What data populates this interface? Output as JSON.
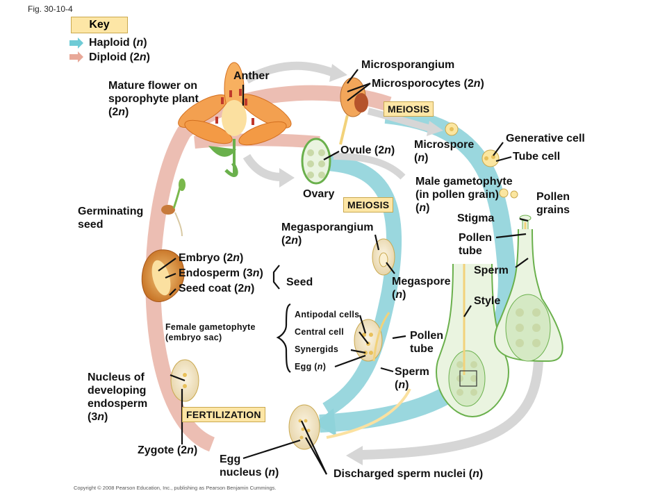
{
  "figure_label": "Fig. 30-10-4",
  "key": {
    "title": "Key",
    "haploid": "Haploid (n)",
    "diploid": "Diploid (2n)",
    "haploid_color": "#6ecbd6",
    "diploid_color": "#e8a898"
  },
  "stages": {
    "meiosis": "MEIOSIS",
    "fertilization": "FERTILIZATION"
  },
  "labels": {
    "anther": "Anther",
    "mature_flower": "Mature flower on\nsporophyte plant\n(2n)",
    "microsporangium": "Microsporangium",
    "microsporocytes": "Microsporocytes (2n)",
    "generative_cell": "Generative cell",
    "tube_cell": "Tube cell",
    "microspore": "Microspore\n(n)",
    "ovule": "Ovule (2n)",
    "ovary": "Ovary",
    "male_gametophyte": "Male gametophyte\n(in pollen grain)\n(n)",
    "pollen_grains": "Pollen\ngrains",
    "stigma": "Stigma",
    "pollen_tube_upper": "Pollen\ntube",
    "sperm_upper": "Sperm",
    "style": "Style",
    "germinating_seed": "Germinating\nseed",
    "megasporangium": "Megasporangium\n(2n)",
    "embryo": "Embryo (2n)",
    "endosperm": "Endosperm (3n)",
    "seed_coat": "Seed coat (2n)",
    "seed": "Seed",
    "megaspore": "Megaspore\n(n)",
    "female_gametophyte": "Female gametophyte\n(embryo sac)",
    "antipodal_cells": "Antipodal  cells",
    "central_cell": "Central  cell",
    "synergids": "Synergids",
    "egg": "Egg  (n)",
    "pollen_tube_lower": "Pollen\ntube",
    "sperm_lower": "Sperm\n(n)",
    "nucleus_endosperm": "Nucleus of\ndeveloping\nendosperm\n(3n)",
    "zygote": "Zygote (2n)",
    "egg_nucleus": "Egg\nnucleus (n)",
    "discharged_sperm": "Discharged sperm nuclei (n)"
  },
  "copyright": "Copyright © 2008 Pearson Education, Inc., publishing as Pearson Benjamin Cummings."
}
